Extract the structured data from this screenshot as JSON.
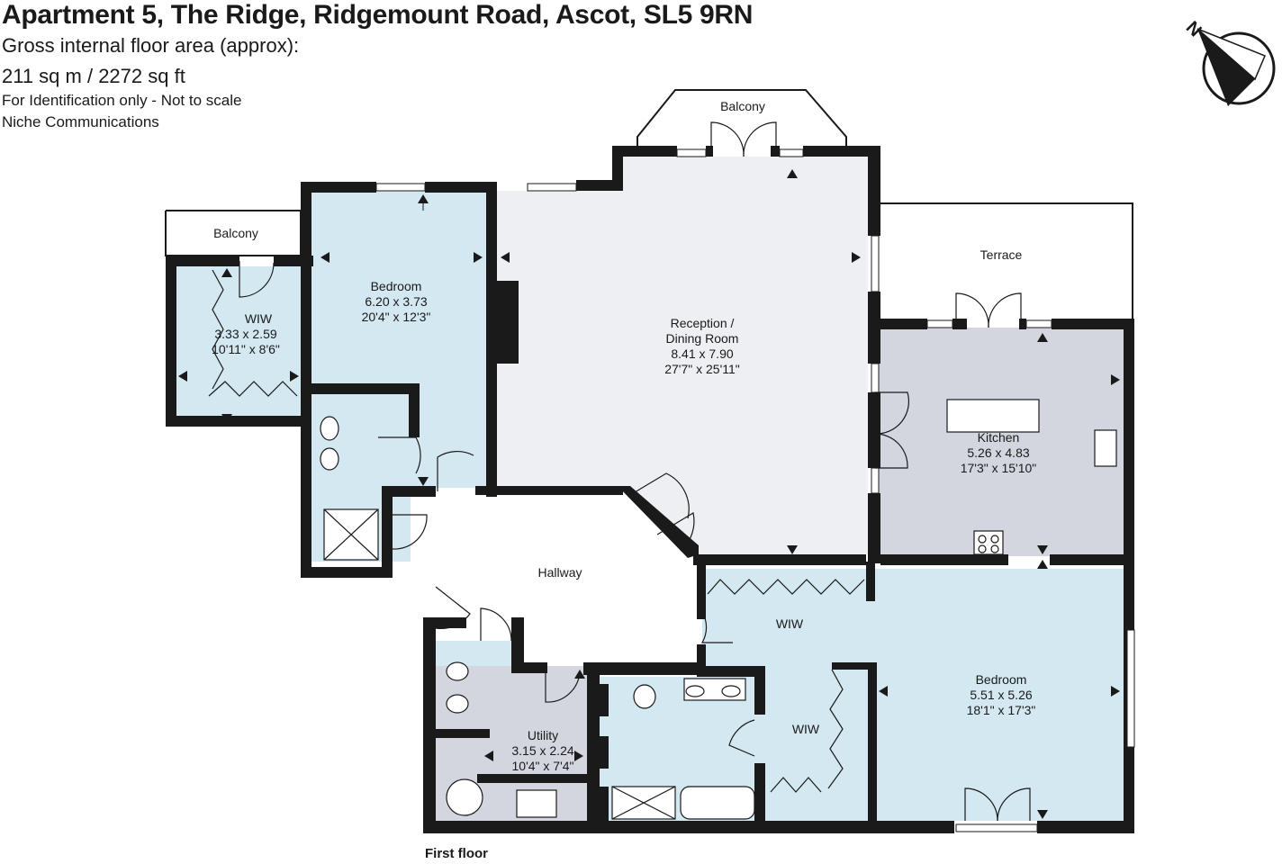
{
  "header": {
    "title": "Apartment 5, The Ridge, Ridgemount Road, Ascot, SL5 9RN",
    "gross_label": "Gross internal floor area (approx):",
    "area": "211 sq m / 2272 sq ft",
    "disclaimer": "For Identification only - Not to scale",
    "agent": "Niche Communications"
  },
  "compass": {
    "label": "N"
  },
  "floor_label": "First floor",
  "colors": {
    "wall": "#1a1a1a",
    "bedroom": "#d3e8f1",
    "reception": "#eeeff3",
    "kitchen": "#d3d6df",
    "utility": "#d3d6df",
    "hallway": "#ffffff"
  },
  "rooms": {
    "balcony_left": {
      "name": "Balcony"
    },
    "balcony_top": {
      "name": "Balcony"
    },
    "terrace": {
      "name": "Terrace"
    },
    "wiw_left": {
      "name": "WIW",
      "metric": "3.33 x 2.59",
      "imperial": "10'11\" x 8'6\""
    },
    "bedroom1": {
      "name": "Bedroom",
      "metric": "6.20 x 3.73",
      "imperial": "20'4\" x 12'3\""
    },
    "reception": {
      "name": "Reception /",
      "name2": "Dining Room",
      "metric": "8.41 x 7.90",
      "imperial": "27'7\" x 25'11\""
    },
    "kitchen": {
      "name": "Kitchen",
      "metric": "5.26 x 4.83",
      "imperial": "17'3\" x 15'10\""
    },
    "hallway": {
      "name": "Hallway"
    },
    "wiw_mid": {
      "name": "WIW"
    },
    "wiw_low": {
      "name": "WIW"
    },
    "bedroom2": {
      "name": "Bedroom",
      "metric": "5.51 x 5.26",
      "imperial": "18'1\" x 17'3\""
    },
    "utility": {
      "name": "Utility",
      "metric": "3.15 x 2.24",
      "imperial": "10'4\" x 7'4\""
    }
  }
}
